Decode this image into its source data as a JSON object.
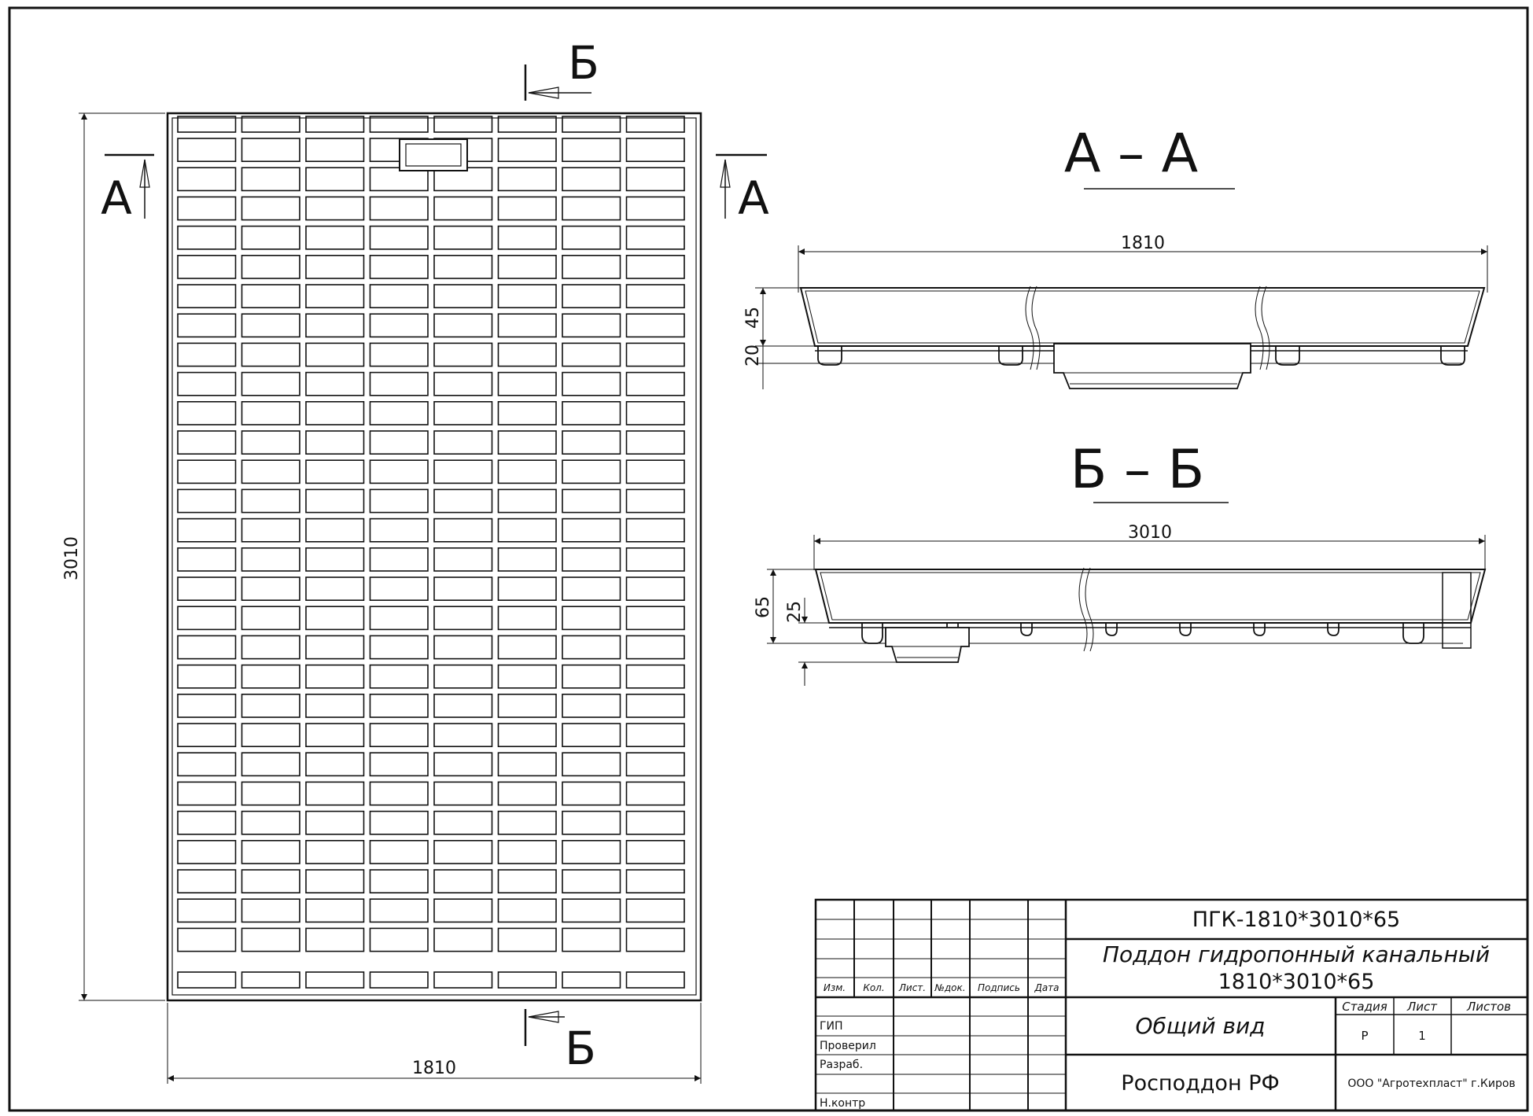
{
  "plan_view": {
    "section_a_label": "А",
    "section_b_label": "Б",
    "width_dim": "1810",
    "length_dim": "3010"
  },
  "section_aa": {
    "title": "А – А",
    "width_dim": "1810",
    "dim_upper": "45",
    "dim_lower": "20"
  },
  "section_bb": {
    "title": "Б – Б",
    "length_dim": "3010",
    "dim_total": "65",
    "dim_inner": "25"
  },
  "title_block": {
    "designation": "ПГК-1810*3010*65",
    "name_line1": "Поддон гидропонный канальный",
    "name_line2": "1810*3010*65",
    "view_name": "Общий вид",
    "company_product": "Росподдон РФ",
    "organization": "ООО \"Агротехпласт\" г.Киров",
    "col_headers": [
      "Изм.",
      "Кол.",
      "Лист.",
      "№док.",
      "Подпись",
      "Дата"
    ],
    "roles": [
      "ГИП",
      "Проверил",
      "Разраб.",
      "",
      "Н.контр"
    ],
    "stage_header": "Стадия",
    "sheet_header": "Лист",
    "sheets_header": "Листов",
    "stage_value": "Р",
    "sheet_value": "1",
    "sheets_value": ""
  }
}
